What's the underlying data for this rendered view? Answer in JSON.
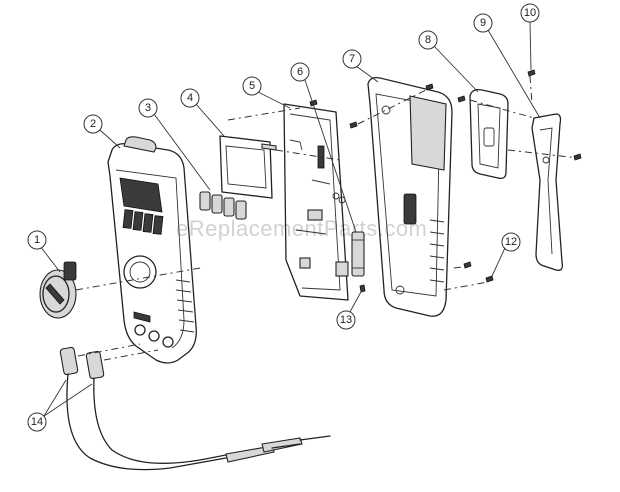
{
  "watermark": "eReplacementParts.com",
  "callouts": [
    {
      "label": "1",
      "part": "rotary-selector-knob"
    },
    {
      "label": "2",
      "part": "front-case"
    },
    {
      "label": "3",
      "part": "keypad-buttons"
    },
    {
      "label": "4",
      "part": "lcd-display"
    },
    {
      "label": "5",
      "part": "main-circuit-board"
    },
    {
      "label": "6",
      "part": "fuse"
    },
    {
      "label": "7",
      "part": "rear-case"
    },
    {
      "label": "8",
      "part": "battery-door"
    },
    {
      "label": "9",
      "part": "tilt-stand"
    },
    {
      "label": "10",
      "part": "screw"
    },
    {
      "label": "12",
      "part": "screw"
    },
    {
      "label": "13",
      "part": "spring-contact"
    },
    {
      "label": "14",
      "part": "test-leads"
    }
  ]
}
